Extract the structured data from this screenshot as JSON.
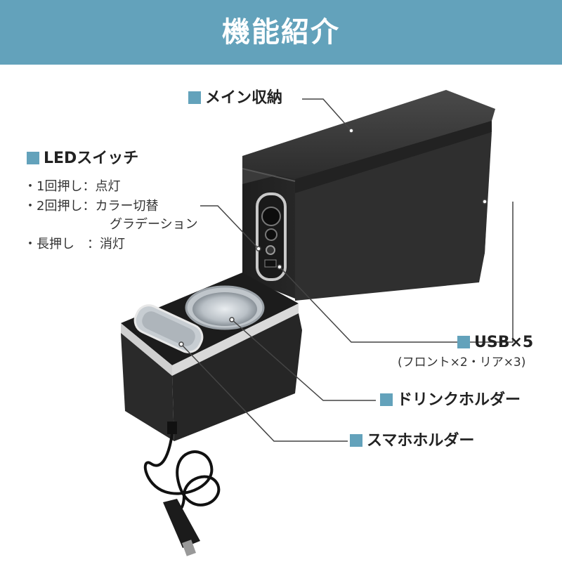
{
  "header": {
    "title": "機能紹介"
  },
  "labels": {
    "main_storage": "メイン収納",
    "led_switch": "LEDスイッチ",
    "usb": "USB×5",
    "usb_sub": "(フロント×2・リア×3)",
    "drink_holder": "ドリンクホルダー",
    "phone_holder": "スマホホルダー"
  },
  "led_list": [
    {
      "bullet": "・",
      "action": "1回押し",
      "sep": "：",
      "result": "点灯"
    },
    {
      "bullet": "・",
      "action": "2回押し",
      "sep": "：",
      "result": "カラー切替"
    },
    {
      "continuation": "グラデーション"
    },
    {
      "bullet": "・",
      "action": "長押し",
      "sep": "：",
      "result": "消灯"
    }
  ],
  "colors": {
    "accent": "#63a2bb",
    "product_body": "#2b2b2b",
    "trim": "#c9c9c9"
  }
}
